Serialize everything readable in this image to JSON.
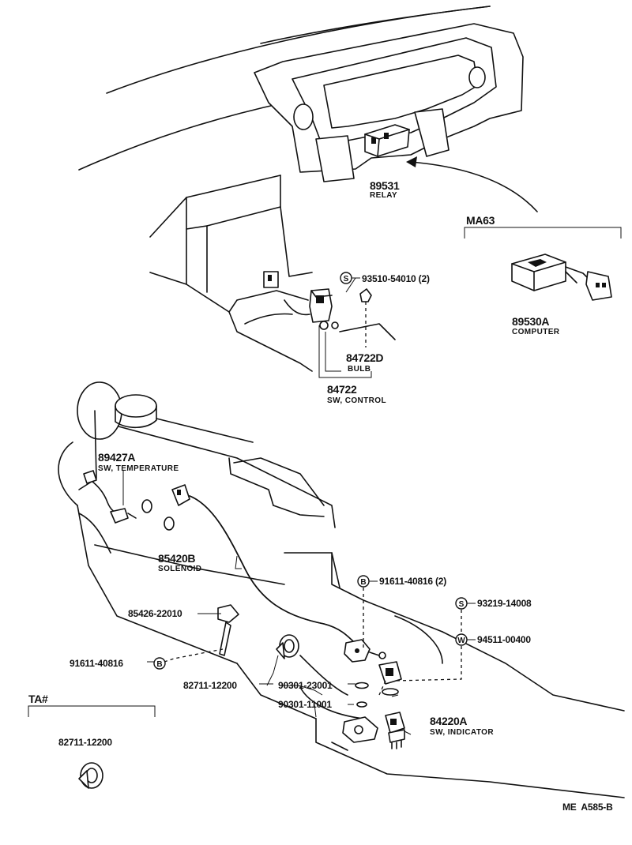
{
  "parts": {
    "relay": {
      "number": "89531",
      "desc": "RELAY"
    },
    "computer_group": {
      "model": "MA63"
    },
    "computer": {
      "number": "89530A",
      "desc": "COMPUTER"
    },
    "screw_1": {
      "number": "93510-54010 (2)",
      "symbol": "S"
    },
    "bulb": {
      "number": "84722D",
      "desc": "BULB"
    },
    "sw_control": {
      "number": "84722",
      "desc": "SW, CONTROL"
    },
    "sw_temperature": {
      "number": "89427A",
      "desc": "SW, TEMPERATURE"
    },
    "solenoid": {
      "number": "85420B",
      "desc": "SOLENOID"
    },
    "bolt_1": {
      "number": "91611-40816 (2)",
      "symbol": "B"
    },
    "clamp": {
      "number": "85426-22010"
    },
    "screw_2": {
      "number": "93219-14008",
      "symbol": "S"
    },
    "washer": {
      "number": "94511-00400",
      "symbol": "W"
    },
    "bolt_2": {
      "number": "91611-40816",
      "symbol": "B"
    },
    "hose_clamp": {
      "number": "82711-12200"
    },
    "gasket_1": {
      "number": "90301-23001"
    },
    "gasket_2": {
      "number": "90301-11001"
    },
    "sw_indicator": {
      "number": "84220A",
      "desc": "SW, INDICATOR"
    },
    "ta_group": {
      "model": "TA#"
    },
    "ta_hose_clamp": {
      "number": "82711-12200"
    }
  },
  "footer": {
    "code": "ME  A585-B"
  }
}
